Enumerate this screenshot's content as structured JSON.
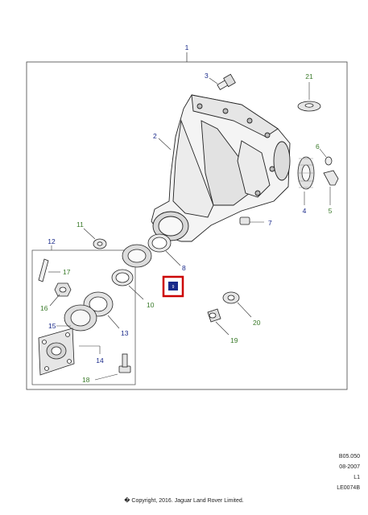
{
  "callouts": {
    "c1": "1",
    "c2": "2",
    "c3": "3",
    "c4": "4",
    "c5": "5",
    "c6": "6",
    "c7": "7",
    "c8": "8",
    "c9": "9",
    "c10": "10",
    "c11": "11",
    "c12": "12",
    "c13": "13",
    "c14": "14",
    "c15": "15",
    "c16": "16",
    "c17": "17",
    "c18": "18",
    "c19": "19",
    "c20": "20",
    "c21": "21"
  },
  "colors": {
    "navy": "#1a2a8a",
    "green": "#3a7a2a",
    "highlight": "#cc0000",
    "line": "#333333"
  },
  "icons": {
    "flag": "new-part-flag-icon"
  },
  "footer": {
    "ref": "B05.050",
    "date": "08-2007",
    "level": "L1",
    "code": "LE0074B",
    "copyright": "� Copyright, 2016. Jaguar Land Rover Limited."
  }
}
